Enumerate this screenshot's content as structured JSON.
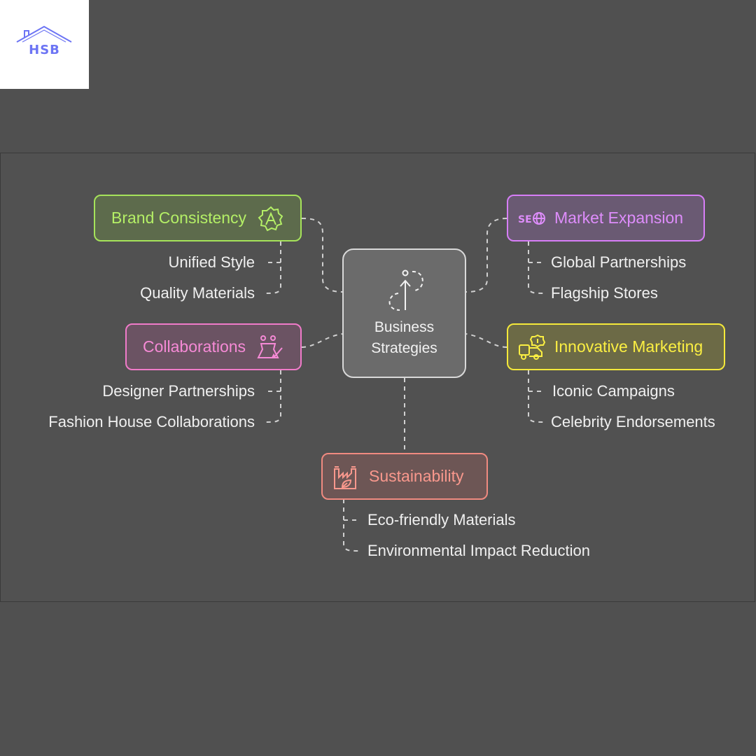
{
  "logo": {
    "text": "HSB",
    "color": "#6c74f4"
  },
  "center": {
    "line1": "Business",
    "line2": "Strategies",
    "icon": "growth-arrow-icon"
  },
  "branches": {
    "brand": {
      "label": "Brand Consistency",
      "color": "#a6e35a",
      "icon": "badge-check-icon",
      "items": [
        "Unified Style",
        "Quality Materials"
      ]
    },
    "collab": {
      "label": "Collaborations",
      "color": "#f07bc9",
      "icon": "designer-icon",
      "items": [
        "Designer Partnerships",
        "Fashion House Collaborations"
      ]
    },
    "market": {
      "label": "Market Expansion",
      "color": "#d77ef7",
      "icon": "seo-globe-icon",
      "items": [
        "Global Partnerships",
        "Flagship Stores"
      ]
    },
    "marketing": {
      "label": "Innovative Marketing",
      "color": "#f5e93a",
      "icon": "marketing-truck-icon",
      "items": [
        "Iconic Campaigns",
        "Celebrity Endorsements"
      ]
    },
    "sustain": {
      "label": "Sustainability",
      "color": "#f08a80",
      "icon": "eco-factory-icon",
      "items": [
        "Eco-friendly Materials",
        "Environmental Impact Reduction"
      ]
    }
  }
}
